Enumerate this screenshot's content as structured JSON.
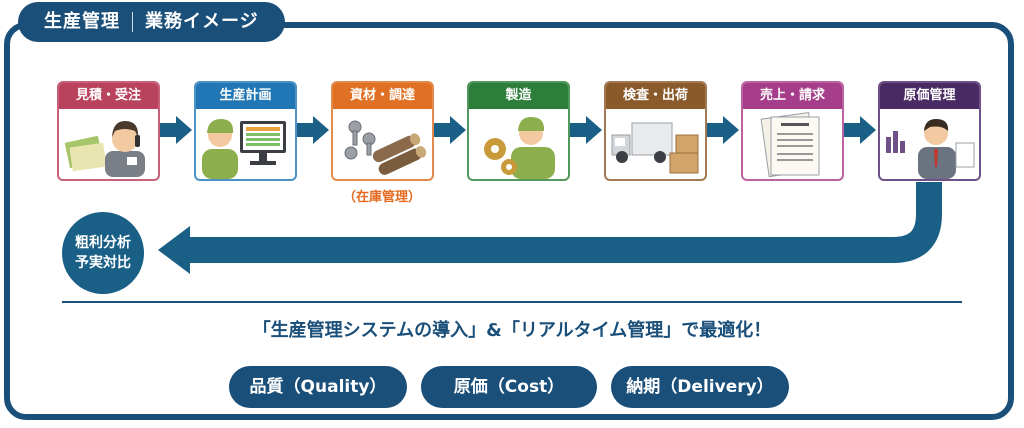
{
  "title": {
    "main": "生産管理",
    "sub": "業務イメージ"
  },
  "steps": [
    {
      "label": "見積・受注",
      "color": "#b9425d",
      "border": "#c9607a",
      "icon": "person-on-phone-icon"
    },
    {
      "label": "生産計画",
      "color": "#2176b5",
      "border": "#4b93c6",
      "icon": "worker-at-computer-icon"
    },
    {
      "label": "資材・調達",
      "color": "#e07023",
      "border": "#e48a4c",
      "icon": "materials-bolts-logs-icon"
    },
    {
      "label": "製造",
      "color": "#2d7e3b",
      "border": "#52975b",
      "icon": "worker-with-gears-icon"
    },
    {
      "label": "検査・出荷",
      "color": "#8a5a2b",
      "border": "#a37953",
      "icon": "delivery-truck-icon"
    },
    {
      "label": "売上・請求",
      "color": "#a63d8a",
      "border": "#bc62a3",
      "icon": "invoice-documents-icon"
    },
    {
      "label": "原価管理",
      "color": "#4a2a63",
      "border": "#6f5187",
      "icon": "manager-with-chart-icon"
    }
  ],
  "procurement_note": "（在庫管理）",
  "feedback": {
    "line1": "粗利分析",
    "line2": "予実対比"
  },
  "headline": "「生産管理システムの導入」&「リアルタイム管理」で最適化！",
  "pills": [
    "品質（Quality）",
    "原価（Cost）",
    "納期（Delivery）"
  ],
  "colors": {
    "navy": "#1a4f7a",
    "arrow": "#1a5f86",
    "accent_orange": "#e46a1f"
  }
}
